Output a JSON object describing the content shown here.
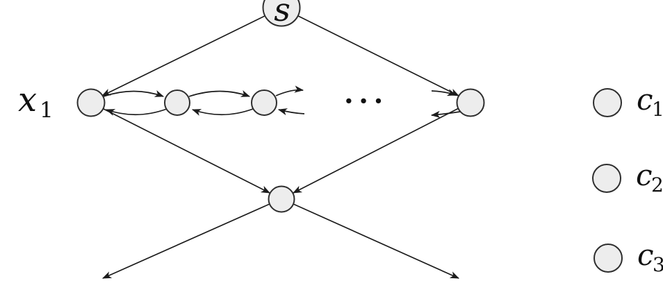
{
  "figure": {
    "type": "directed-graph-diagram",
    "colors": {
      "background": "#ffffff",
      "edge": "#1c1c1c",
      "node_fill": "#ededed",
      "node_stroke": "#2e2e2e",
      "text": "#111111"
    },
    "labels": {
      "source_node": "s",
      "variable": {
        "base": "x",
        "sub": "1"
      },
      "ellipsis": "···",
      "clauses": [
        {
          "base": "c",
          "sub": "1"
        },
        {
          "base": "c",
          "sub": "2"
        },
        {
          "base": "c",
          "sub": "3"
        }
      ]
    }
  }
}
